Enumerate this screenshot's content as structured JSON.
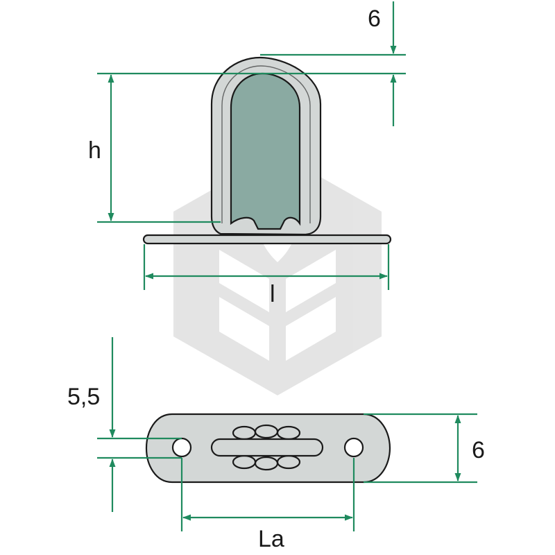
{
  "dimensions": {
    "top_thickness": "6",
    "height": "h",
    "length": "l",
    "hole_diameter": "5,5",
    "plate_width": "6",
    "hole_spacing": "La"
  },
  "colors": {
    "dimension_lines": "#1f8a5e",
    "metal": "#d3d7d6",
    "cavity": "#8aaaa2",
    "outline": "#1a1a1a",
    "watermark": "#cfcfcf"
  },
  "icons": {
    "watermark": "hexagon-leaf-logo"
  }
}
